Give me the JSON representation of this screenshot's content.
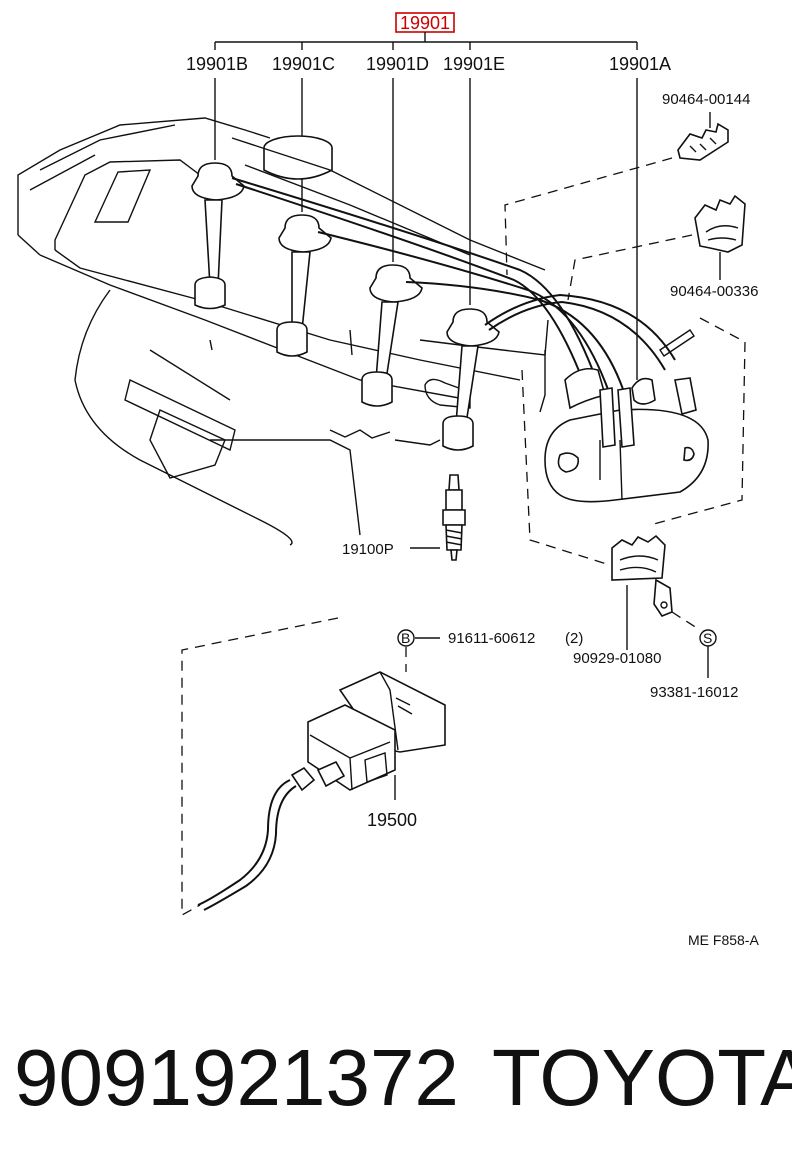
{
  "diagram": {
    "highlight": {
      "code": "19901",
      "color": "#cc0000"
    },
    "labels": {
      "wire_b": "19901B",
      "wire_c": "19901C",
      "wire_d": "19901D",
      "wire_e": "19901E",
      "wire_a": "19901A",
      "clamp_top": "90464-00144",
      "clamp_mid": "90464-00336",
      "spark_plug": "19100P",
      "bolt": "91611-60612",
      "bolt_qty": "(2)",
      "bolt_marker": "B",
      "bracket": "90929-01080",
      "screw": "93381-16012",
      "screw_marker": "S",
      "coil": "19500"
    },
    "ref_code": "ME F858-A"
  },
  "footer": {
    "part_number": "9091921372",
    "brand": "TOYOTA"
  }
}
